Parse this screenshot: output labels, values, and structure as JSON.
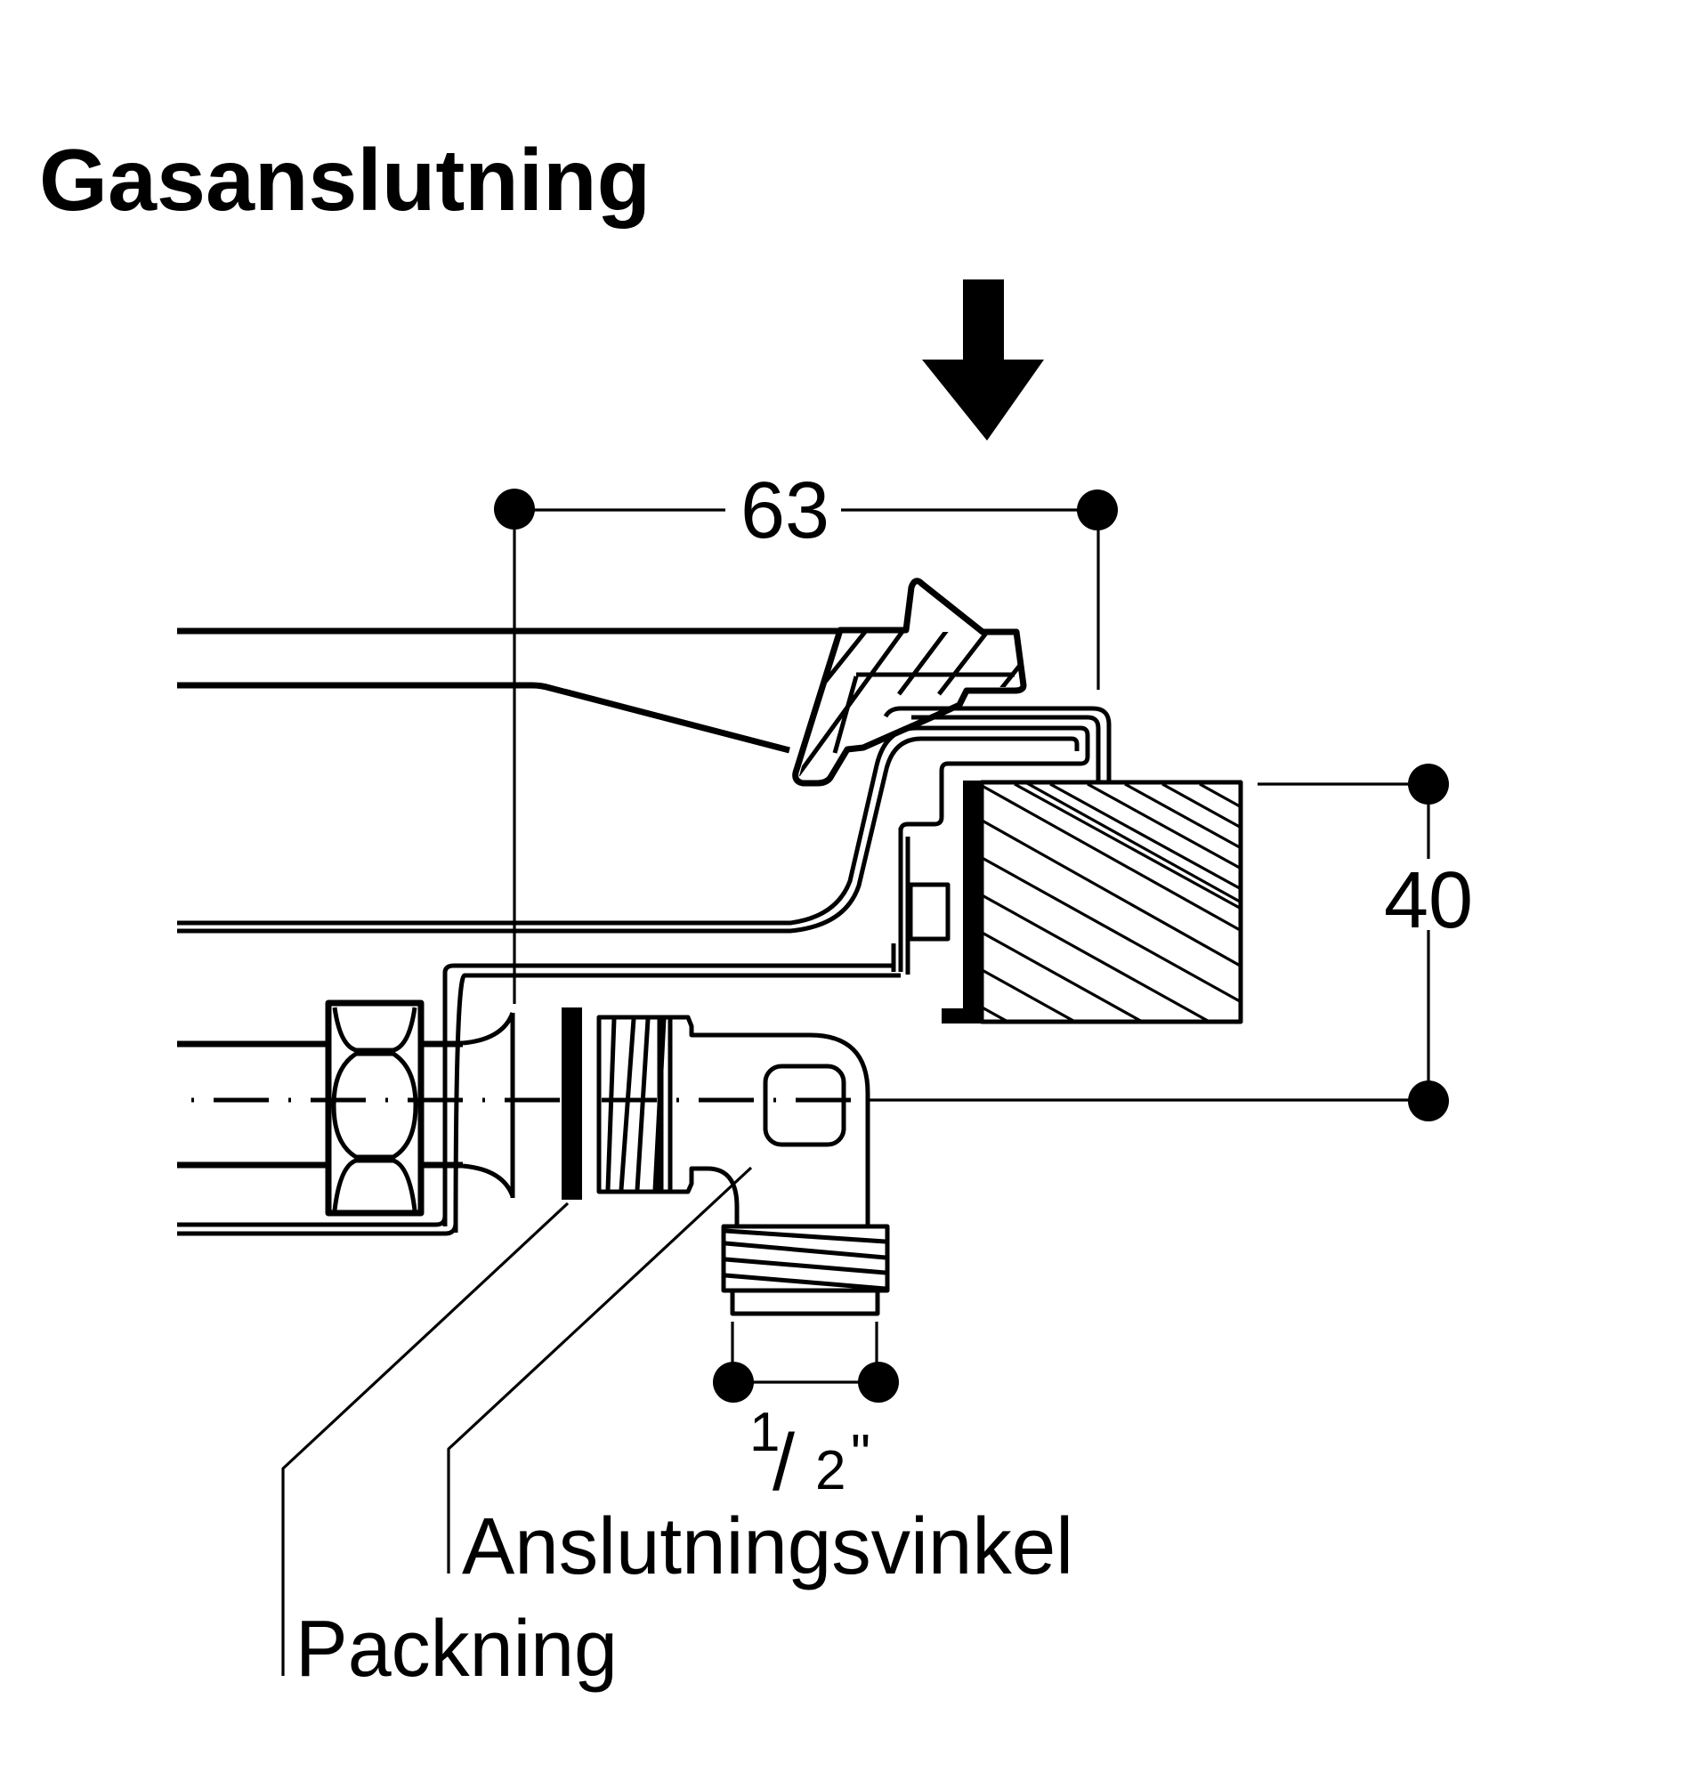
{
  "diagram": {
    "title": "Gasanslutning",
    "dimensions": {
      "width_label": "63",
      "height_label": "40",
      "thread_numerator": "1",
      "thread_slash": "/",
      "thread_denominator": "2",
      "thread_unit": "\""
    },
    "labels": {
      "connection_elbow": "Anslutningsvinkel",
      "gasket": "Packning"
    },
    "icons": {
      "insert_direction": "arrow-down-icon"
    },
    "colors": {
      "ink": "#000000",
      "background": "#ffffff"
    }
  }
}
